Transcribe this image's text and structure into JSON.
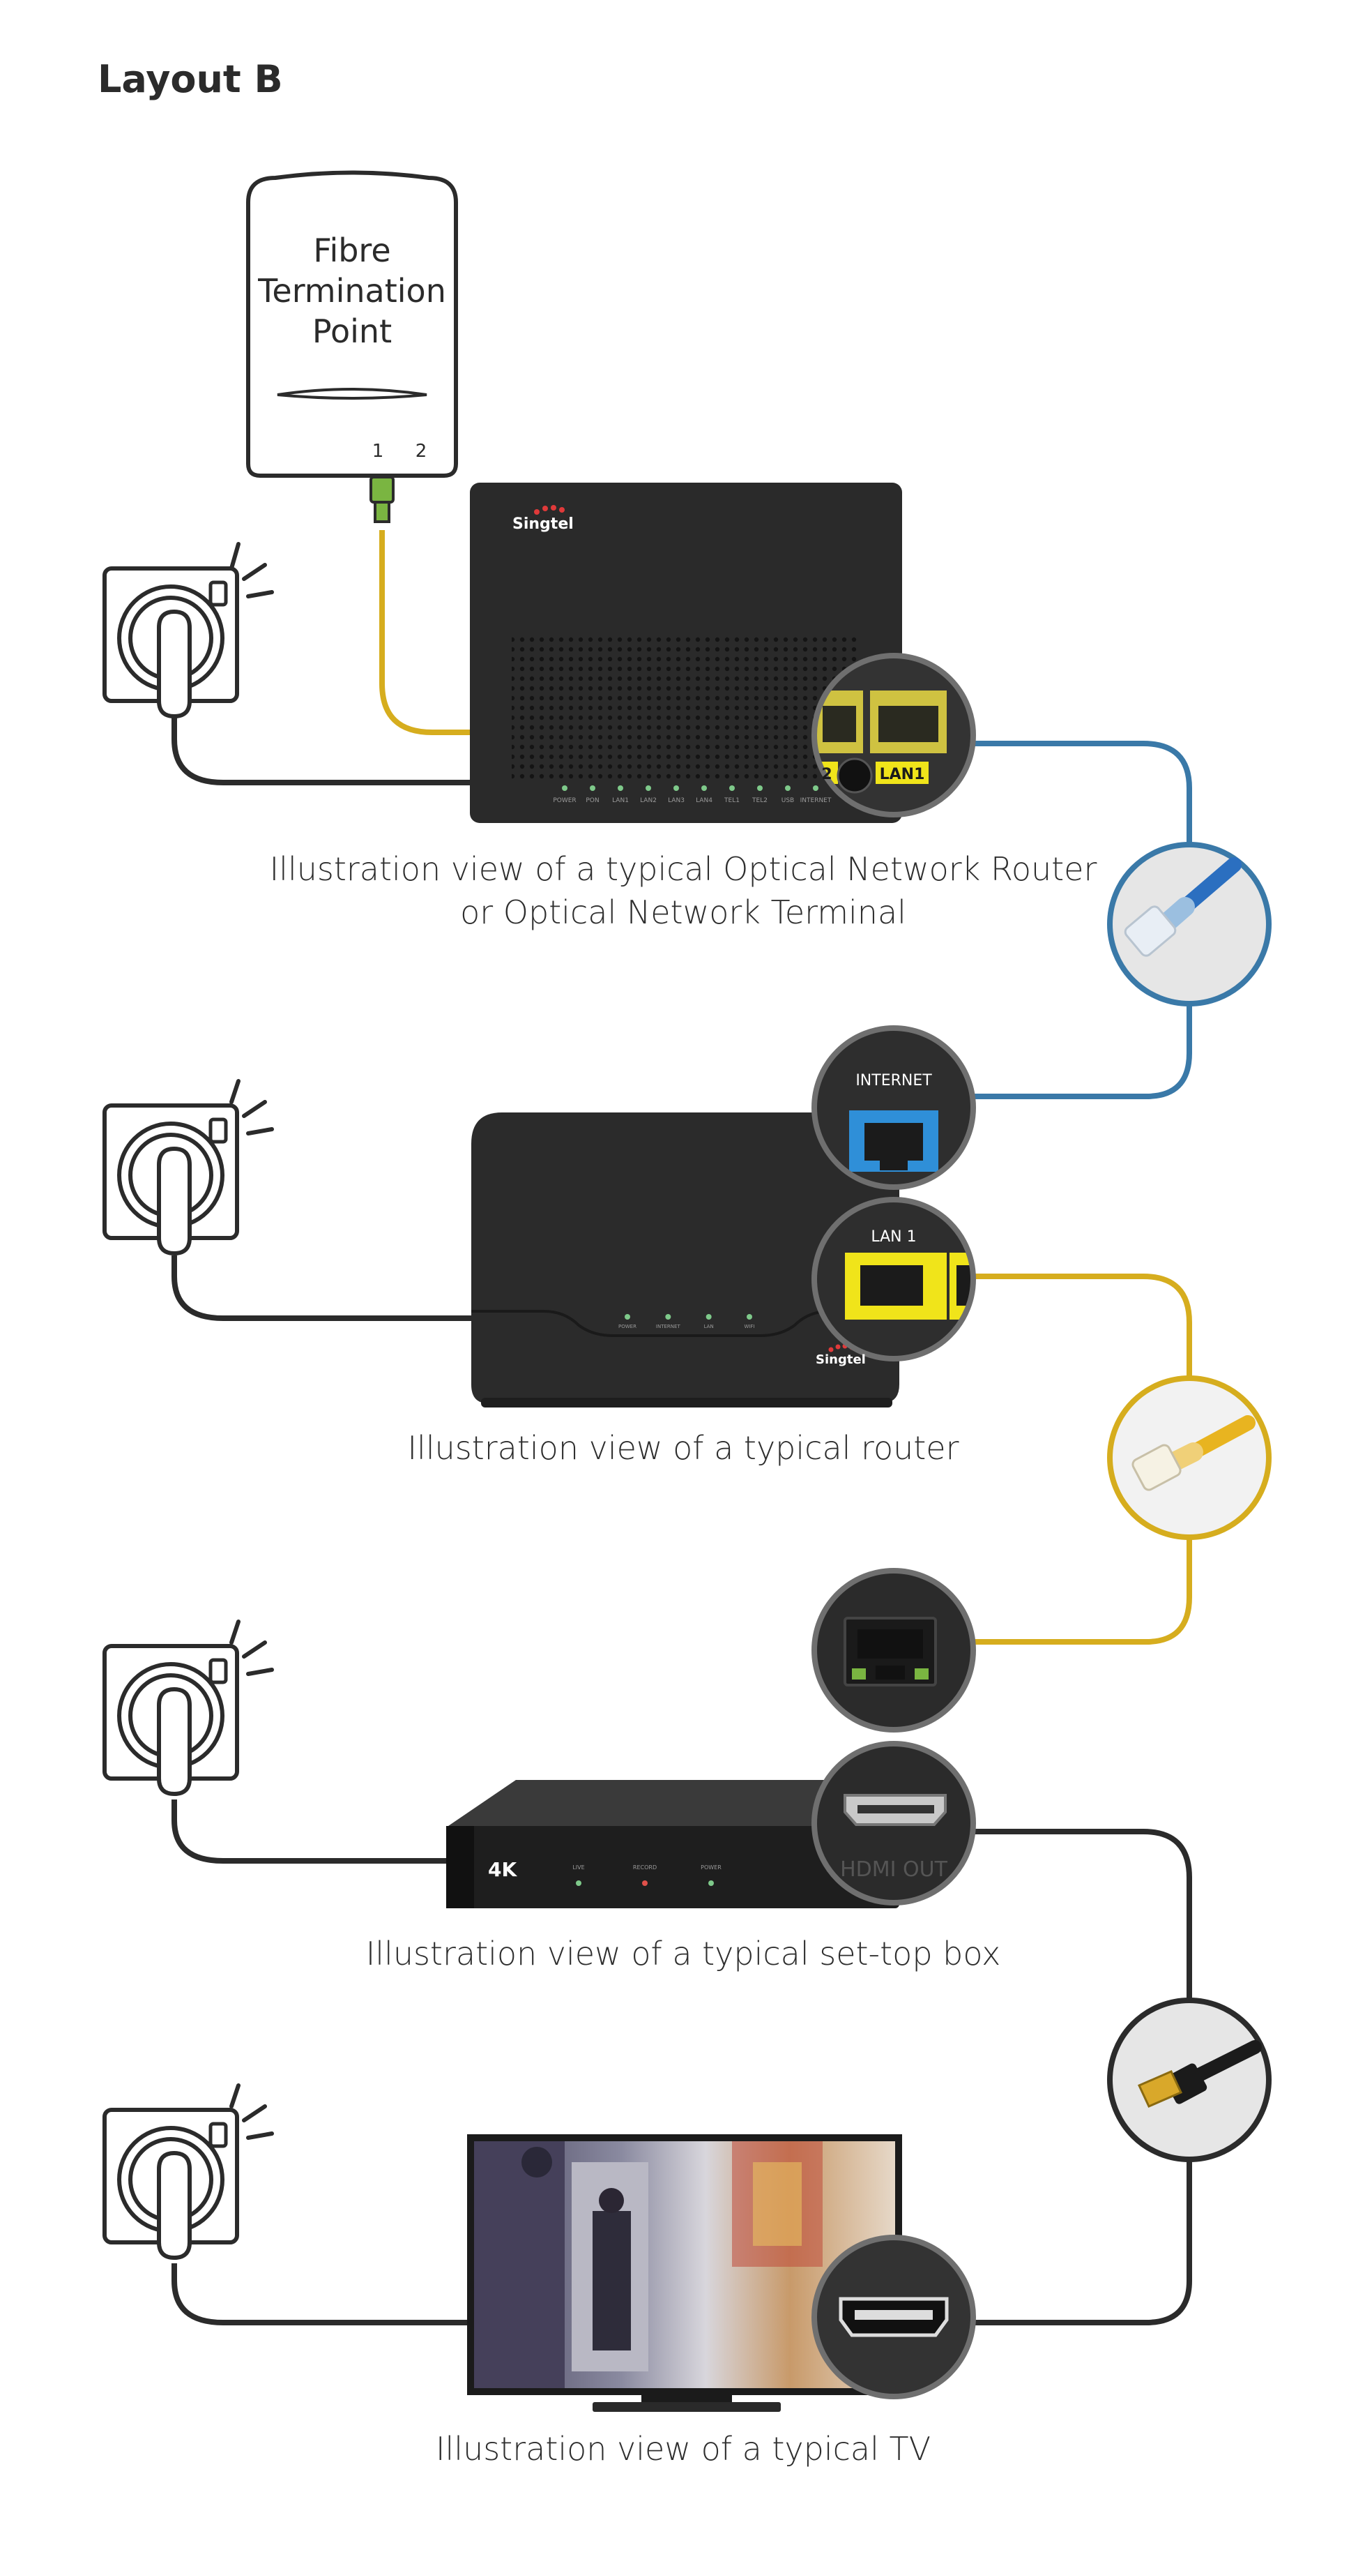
{
  "title": "Layout B",
  "fibre_termination_point": {
    "label_lines": [
      "Fibre",
      "Termination",
      "Point"
    ],
    "port_1": "1",
    "port_2": "2"
  },
  "ont": {
    "brand": "Singtel",
    "led_labels": [
      "POWER",
      "PON",
      "LAN1",
      "LAN2",
      "LAN3",
      "LAN4",
      "TEL1",
      "TEL2",
      "USB",
      "INTERNET"
    ],
    "zoom_port_labels": [
      "2",
      "LAN1"
    ],
    "caption_lines": [
      "Illustration view of a typical Optical Network Router",
      "or Optical Network Terminal"
    ]
  },
  "router": {
    "brand": "Singtel",
    "zoom_internet_label": "INTERNET",
    "zoom_lan_label": "LAN 1",
    "led_labels": [
      "POWER",
      "INTERNET",
      "LAN",
      "WIFI"
    ],
    "caption": "Illustration view of a typical router"
  },
  "set_top_box": {
    "badge": "4K",
    "led_labels": [
      "LIVE",
      "RECORD",
      "POWER"
    ],
    "zoom_port_label": "HDMI OUT",
    "caption": "Illustration view of a typical set-top box"
  },
  "tv": {
    "caption": "Illustration view of a typical TV"
  },
  "colors": {
    "outline": "#2b2b2b",
    "device": "#2a2a2a",
    "blue_cable": "#3a79a8",
    "yellow_cable": "#d6ad1e",
    "green_connector": "#7ab541",
    "lan_yellow": "#f0e41a",
    "internet_blue": "#2f8fd8",
    "zoom_ring": "#6f6f6f"
  }
}
